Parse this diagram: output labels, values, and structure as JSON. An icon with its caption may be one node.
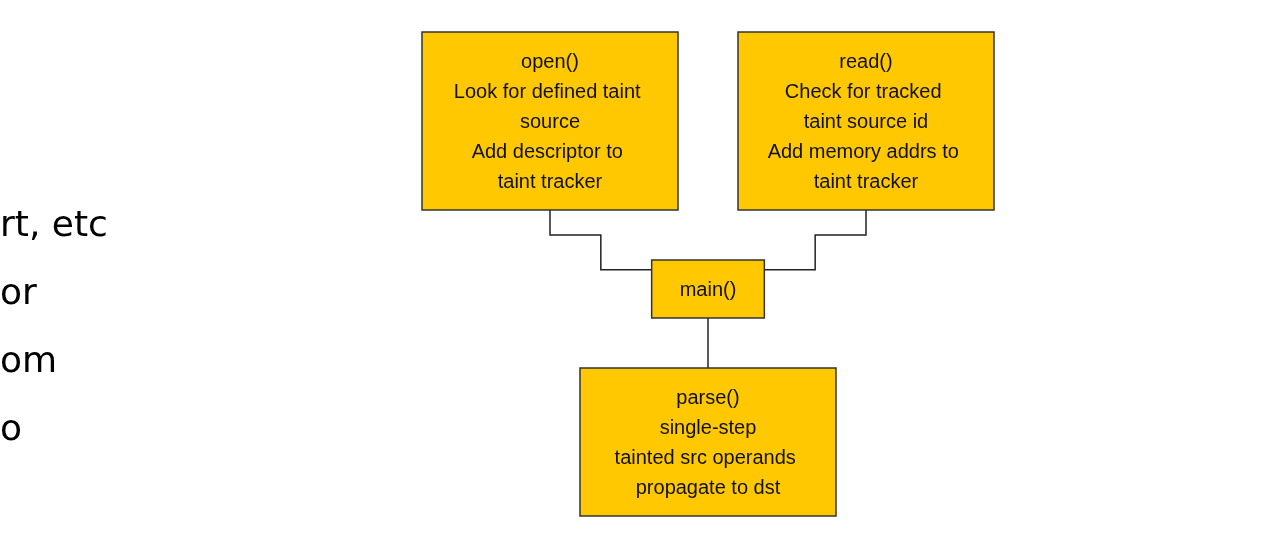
{
  "diagram": {
    "nodes": [
      {
        "text": [
          "open()",
          "Look for defined taint source",
          "Add descriptor to taint tracker"
        ]
      },
      {
        "text": [
          "read()",
          "Check for tracked taint source id",
          "Add memory addrs to taint tracker"
        ]
      },
      {
        "text": [
          "main()"
        ]
      },
      {
        "text": [
          "parse()",
          "single-step",
          "tainted src operands propagate to dst"
        ]
      }
    ],
    "edges": [
      {
        "from": 0,
        "to": 2,
        "arrow": "none"
      },
      {
        "from": 1,
        "to": 2,
        "arrow": "none"
      },
      {
        "from": 2,
        "to": 3,
        "arrow": "none"
      }
    ],
    "labels": [
      "rt, etc",
      "or",
      "om",
      "o"
    ]
  }
}
